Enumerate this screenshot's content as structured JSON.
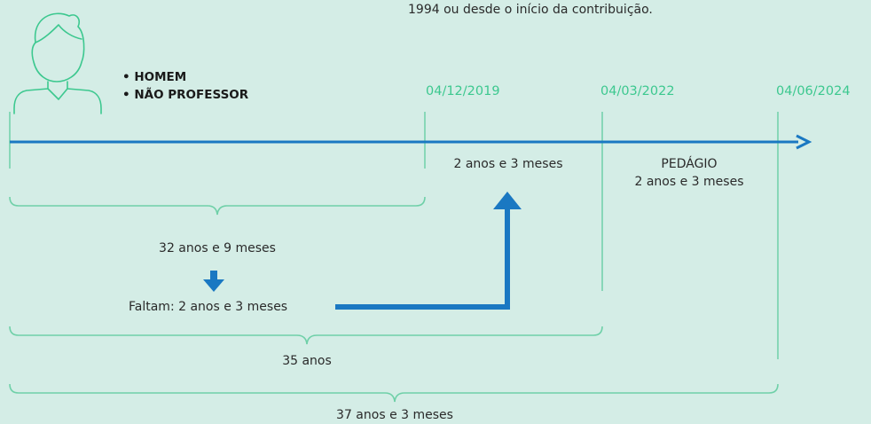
{
  "top_note": "1994 ou desde o início da contribuição.",
  "profile": {
    "line1": "• HOMEM",
    "line2": "• NÃO PROFESSOR"
  },
  "dates": [
    "04/12/2019",
    "04/03/2022",
    "04/06/2024"
  ],
  "segments": {
    "between_first": "2 anos e 3 meses",
    "pedagio_title": "PEDÁGIO",
    "pedagio_value": "2 anos e 3 meses"
  },
  "braces": {
    "contributed": "32 anos e 9 meses",
    "missing": "Faltam: 2 anos e 3 meses",
    "required": "35 anos",
    "total": "37 anos e 3 meses"
  },
  "colors": {
    "background": "#d4ede6",
    "timeline": "#1a78c2",
    "accent": "#3cc88f",
    "brace": "#6fd0a8"
  },
  "icons": {
    "person": "person-outline-icon",
    "arrow_down": "arrow-down-icon",
    "arrow_up": "arrow-up-icon"
  }
}
